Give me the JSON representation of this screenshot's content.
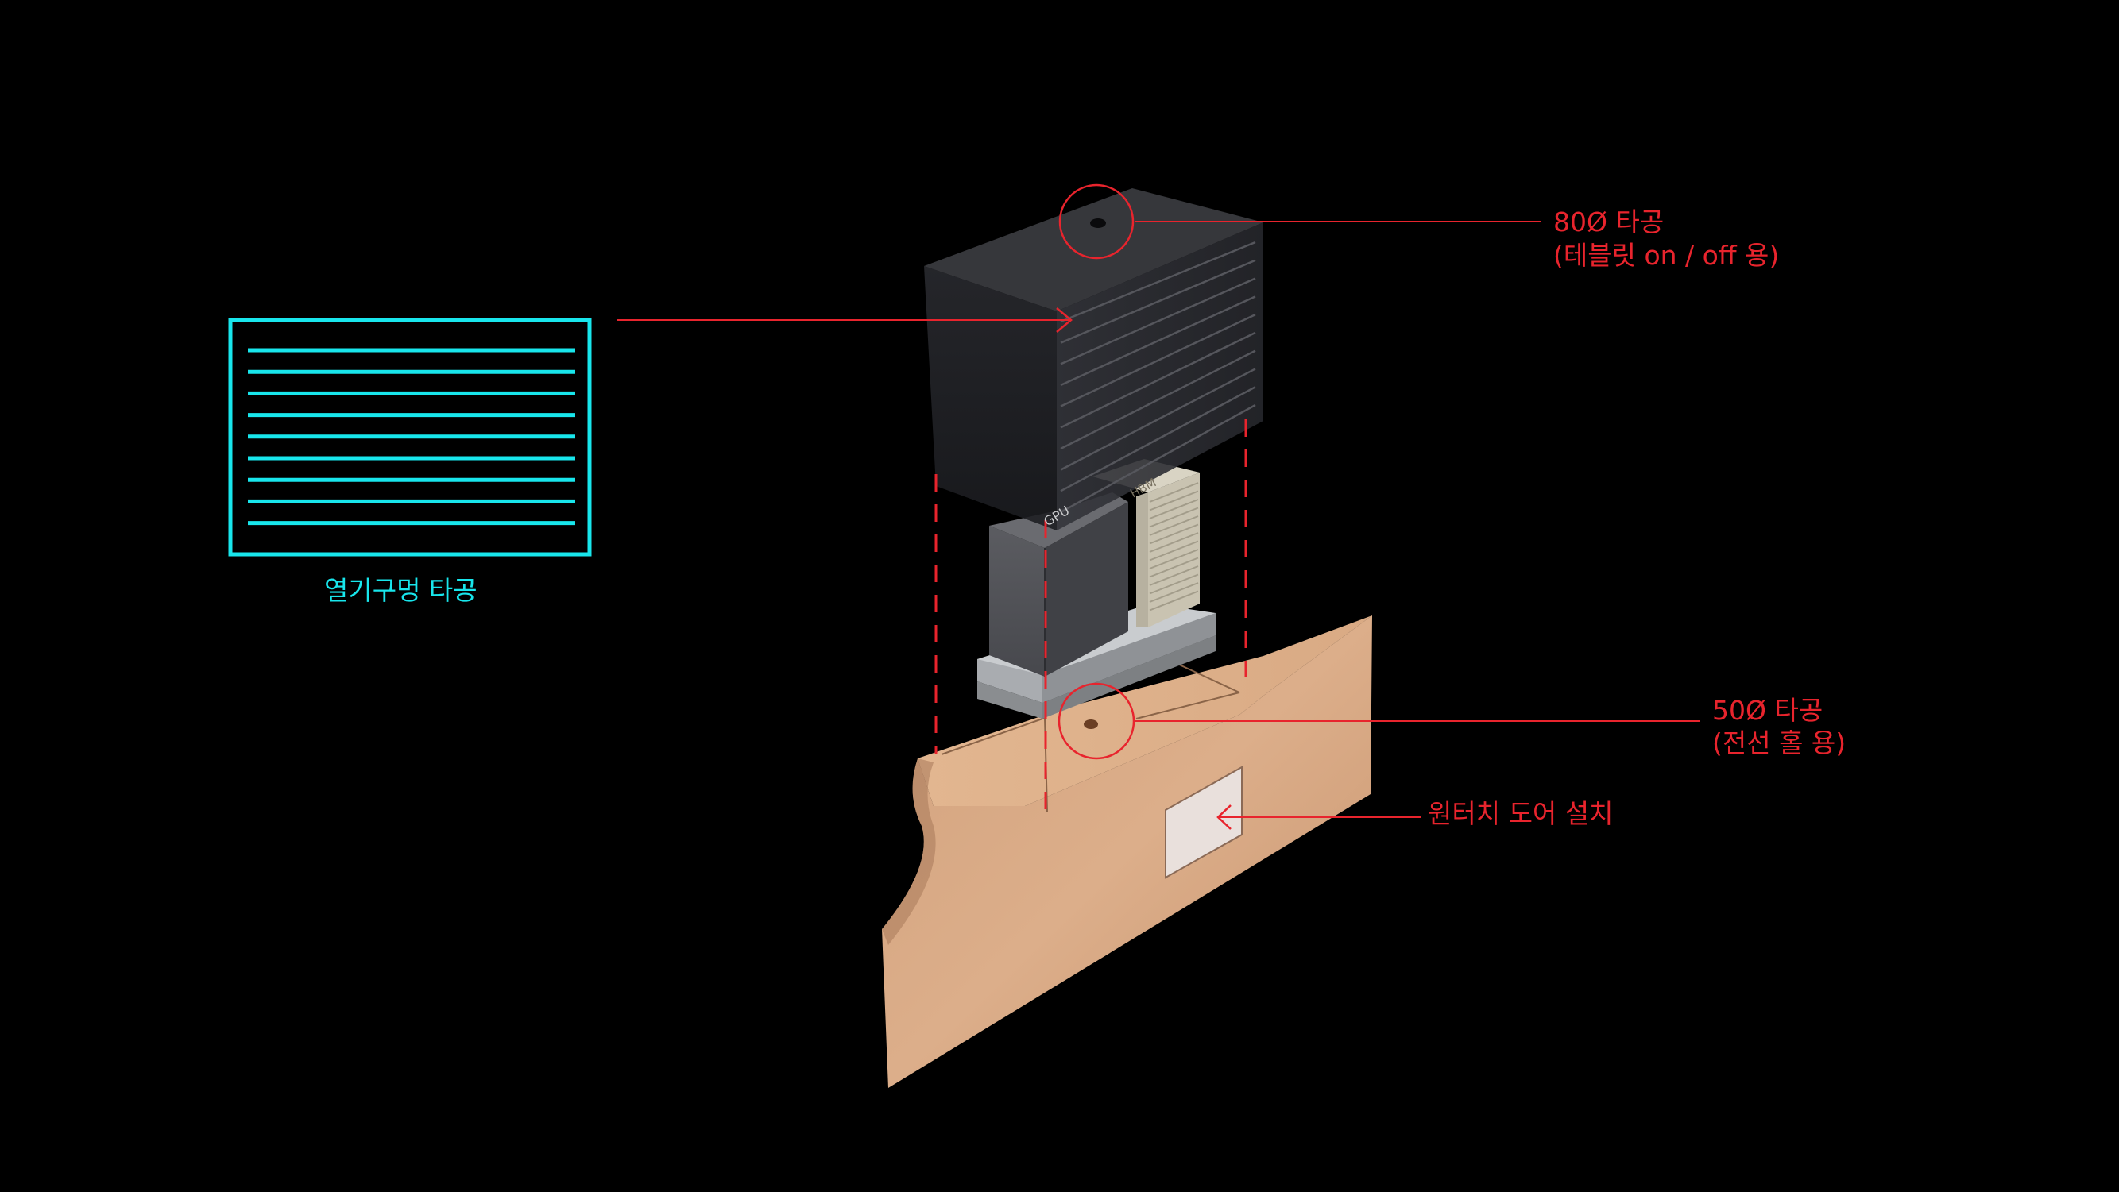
{
  "colors": {
    "background": "#000000",
    "callout": "#e8242d",
    "vent": "#18e6ec",
    "wood": "#d9ab86",
    "case": "#2b2c30"
  },
  "vent_callout": {
    "caption": "열기구멍 타공"
  },
  "hole_80": {
    "line1": "80Ø 타공",
    "line2": "(테블릿 on / off 용)"
  },
  "hole_50": {
    "line1": "50Ø 타공",
    "line2": "(전선 홀 용)"
  },
  "door": {
    "caption": "원터치 도어 설치"
  },
  "components": {
    "gpu_label": "GPU",
    "hbm_label": "HBM"
  }
}
